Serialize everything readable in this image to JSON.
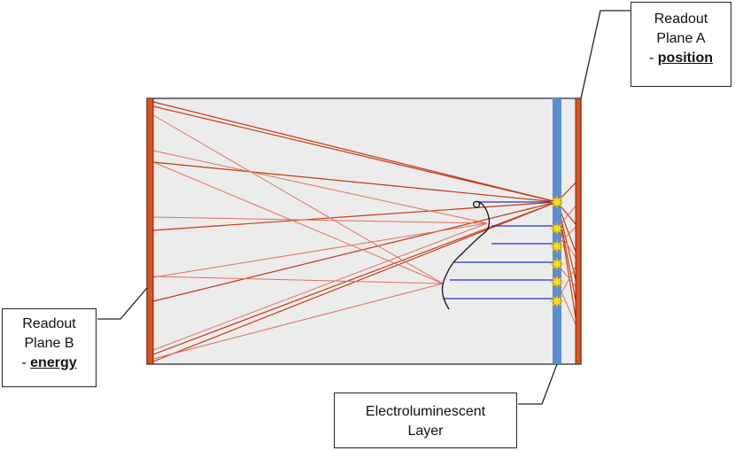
{
  "labels": {
    "plane_a": {
      "line1": "Readout",
      "line2": "Plane A",
      "prefix": "- ",
      "emphasis": "position"
    },
    "plane_b": {
      "line1": "Readout",
      "line2": "Plane B",
      "prefix": "- ",
      "emphasis": "energy"
    },
    "el_layer": {
      "line1": "Electroluminescent",
      "line2": "Layer"
    }
  },
  "colors": {
    "chamber_fill": "#ececec",
    "readout_plane": "#e8501a",
    "el_layer": "#5b8fcf",
    "light_ray_strong": "#c43a12",
    "light_ray_light": "#e07060",
    "drift_electron": "#2233cc",
    "track": "#111111",
    "flash": "#ffe000"
  }
}
